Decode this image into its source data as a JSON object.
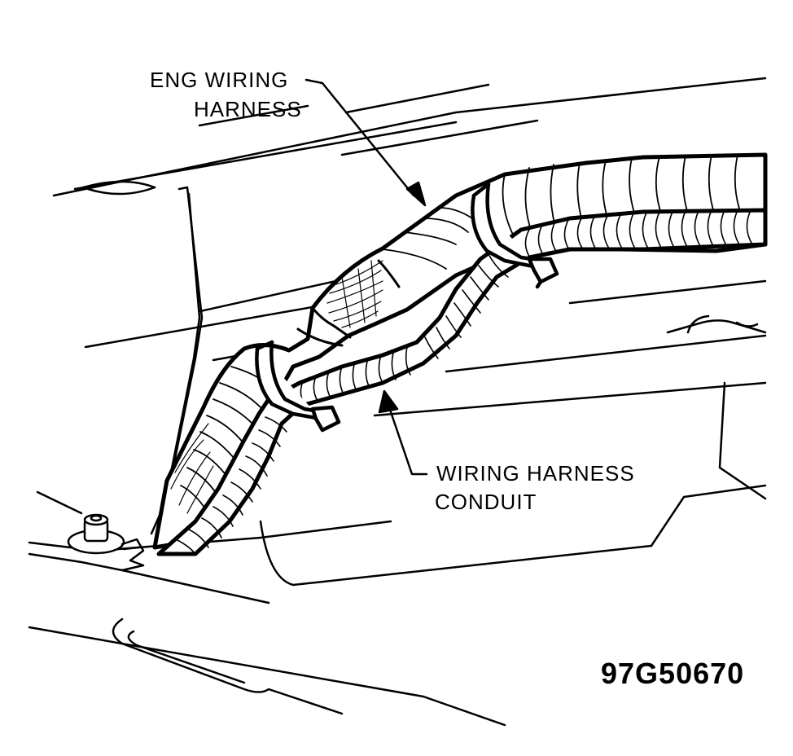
{
  "labels": {
    "eng_wiring_harness_line1": "ENG WIRING",
    "eng_wiring_harness_line2": "HARNESS",
    "conduit_line1": "WIRING HARNESS",
    "conduit_line2": "CONDUIT"
  },
  "figure_id": "97G50670",
  "colors": {
    "ink": "#000000",
    "paper": "#ffffff"
  }
}
